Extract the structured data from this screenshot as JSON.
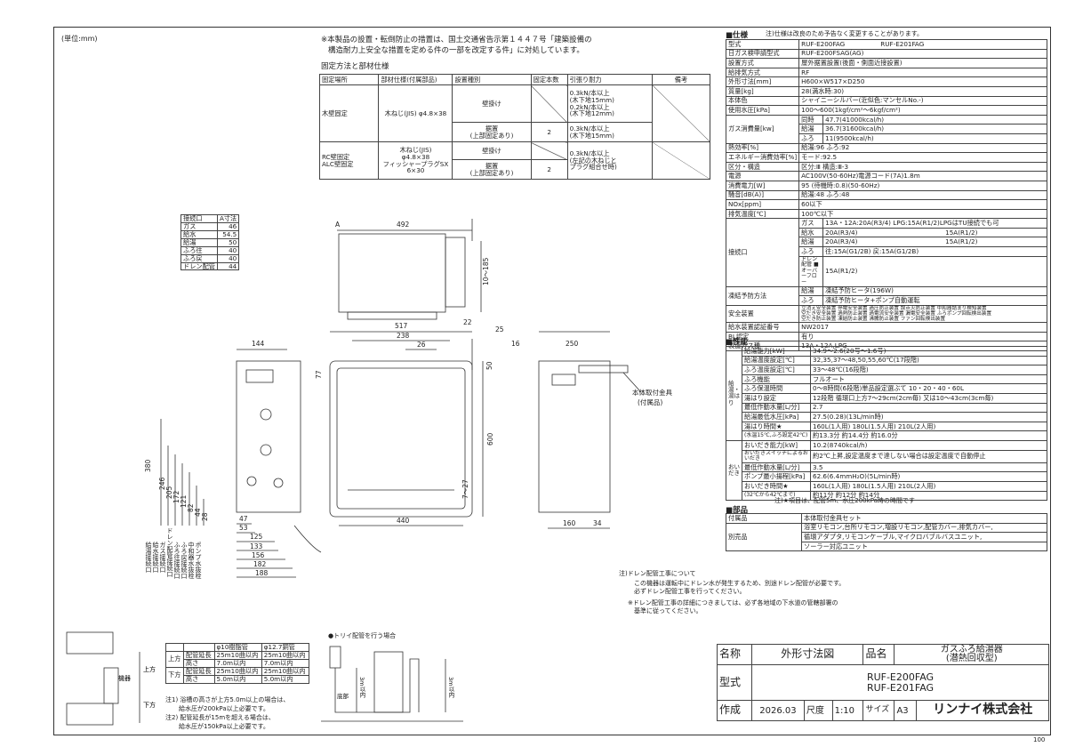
{
  "unit": "(単位:mm)",
  "notes_top": {
    "line1": "※本製品の設置・転倒防止の措置は、国土交通省告示第１４４７号「建築設備の",
    "line2": "構造耐力上安全な措置を定める件の一部を改定する件」に対処しています。"
  },
  "fix_table": {
    "caption": "固定方法と部材仕様",
    "headers": [
      "固定場所",
      "部材仕様(付属部品)",
      "設置種別",
      "固定本数",
      "引張り耐力",
      "備考"
    ],
    "wood_place": "木壁固定",
    "wood_part": "木ねじ(JIS) φ4.8×38",
    "wall": "壁掛け",
    "wood_wall_force": [
      "0.3kN/本以上",
      "(木下地15mm)",
      "0.2kN/本以上",
      "(木下地12mm)"
    ],
    "stand": "据置",
    "stand_sub": "(上部固定あり)",
    "stand_count": "2",
    "wood_stand_force": [
      "0.3kN/本以上",
      "(木下地15mm)"
    ],
    "rc_place": [
      "RC壁固定",
      "ALC壁固定"
    ],
    "rc_part": [
      "木ねじ(JIS)",
      "φ4.8×38",
      "フィッシャープラグSX",
      "6×30"
    ],
    "rc_force": [
      "0.3kN/本以上",
      "(左記の木ねじと",
      "プラグ組合せ時)"
    ]
  },
  "conn_table": {
    "headers": [
      "接続口",
      "A寸法"
    ],
    "rows": [
      [
        "ガス",
        "46"
      ],
      [
        "給水",
        "54.5"
      ],
      [
        "給湯",
        "50"
      ],
      [
        "ふろ往",
        "40"
      ],
      [
        "ふろ戻",
        "40"
      ],
      [
        "ドレン配管",
        "44"
      ]
    ]
  },
  "spec": {
    "section": "■仕様",
    "section_note": "注)仕様は改良のため予告なく変更することがあります。",
    "rows": [
      [
        "型式",
        "RUF-E200FAG",
        "RUF-E201FAG"
      ],
      [
        "日ガス検申請型式",
        "RUF-E200FSAG(AG)",
        ""
      ],
      [
        "設置方式",
        "屋外据置設置(後面・側面近接設置)",
        ""
      ],
      [
        "給排気方式",
        "RF",
        ""
      ],
      [
        "外形寸法[mm]",
        "H600×W517×D250",
        ""
      ],
      [
        "質量[kg]",
        "28(満水時:30)",
        ""
      ],
      [
        "本体色",
        "シャイニーシルバー(近似色:マンセルNo.-)",
        ""
      ],
      [
        "使用水圧[kPa]",
        "100～600(1kgf/cm²～6kgf/cm²)",
        ""
      ]
    ],
    "gas_label": "ガス消費量[kw]",
    "gas_rows": [
      [
        "同時",
        "47.7(41000kcal/h)"
      ],
      [
        "給湯",
        "36.7(31600kcal/h)"
      ],
      [
        "ふろ",
        "11(9500kcal/h)"
      ]
    ],
    "rows2": [
      [
        "熱効率[%]",
        "給湯:96 ふろ:92"
      ],
      [
        "エネルギー消費効率[%]",
        "モード:92.5"
      ],
      [
        "区分・構造",
        "区分:Ⅲ 構造:Ⅲ-3"
      ],
      [
        "電源",
        "AC100V(50-60Hz)電源コード(7A)1.8m"
      ],
      [
        "消費電力[W]",
        "95 (待機時:0.8)(50-60Hz)"
      ],
      [
        "騒音[dB(A)]",
        "給湯:48 ふろ:48"
      ],
      [
        "NOx[ppm]",
        "60以下"
      ],
      [
        "排気温度[℃]",
        "100℃以下"
      ]
    ],
    "conn_label": "接続口",
    "conn_rows": [
      [
        "ガス",
        "13A・12A:20A(R3/4) LPG:15A(R1/2)LPGはTU接続でも可",
        ""
      ],
      [
        "給水",
        "20A(R3/4)",
        "15A(R1/2)"
      ],
      [
        "給湯",
        "20A(R3/4)",
        "15A(R1/2)"
      ],
      [
        "ふろ",
        "往:15A(G1/2B) 戻:15A(G1/2B)",
        ""
      ],
      [
        "ドレン配管 ■オーバーフロー",
        "15A(R1/2)",
        ""
      ]
    ],
    "freeze_label": "凍結予防方法",
    "freeze_rows": [
      [
        "給湯",
        "凍結予防ヒータ(196W)"
      ],
      [
        "ふろ",
        "凍結予防ヒータ+ポンプ自動運転"
      ]
    ],
    "safety_label": "安全装置",
    "safety_lines": [
      "立消え安全装置 停電安全装置 過圧防止装置 誤点火防止装置 中和器詰まり検知装置",
      "空だき安全装置 過熱防止装置 過電流安全装置 漏電安全装置 ふろポンプ回転検出装置",
      "空だき防止装置 凍結防止装置 沸騰防止装置 ファン回転検出装置"
    ],
    "rows3": [
      [
        "給水装置認証番号",
        "NW2017"
      ],
      [
        "BL認定",
        "有り"
      ],
      [
        "製造ガス種",
        "13A・12A,LPG"
      ]
    ]
  },
  "perf": {
    "section": "■性能",
    "side_label1": "給湯・湯はり",
    "side_label2": "おいだき",
    "rows": [
      [
        "給湯能力[kW]",
        "34.9～2.6(20号～1.6号)"
      ],
      [
        "給湯温度設定[℃]",
        "32,35,37～48,50,55,60℃(17段階)"
      ],
      [
        "ふろ温度設定[℃]",
        "33～48℃(16段階)"
      ],
      [
        "ふろ機能",
        "フルオート"
      ],
      [
        "ふろ保温時間",
        "0～8時間(6段階)単品設定選ぶて 10・20・40・60L"
      ],
      [
        "湯はり設定",
        "12段階 循環口上方7～29cm(2cm毎) 又は10～43cm(3cm毎)"
      ],
      [
        "最低作動水量[L/分]",
        "2.7"
      ],
      [
        "給湯最低水圧[kPa]",
        "27.5(0.28)(13L/min時)"
      ],
      [
        "湯はり時間★",
        "160L(1人用) 180L(1.5人用) 210L(2人用)"
      ],
      [
        "(水温15℃,ふろ設定42℃)",
        "約13.3分 約14.4分 約16.0分"
      ],
      [
        "おいだき能力[kW]",
        "10.2(8740kcal/h)"
      ],
      [
        "おいだきスイッチによるおいだき",
        "約2℃上昇,設定温度まで達しない場合は設定温度で自動停止"
      ],
      [
        "最低作動水量[L/分]",
        "3.5"
      ],
      [
        "ポンプ最小揚程[kPa]",
        "62.6(6.4mmH₂O)(5L/min時)"
      ],
      [
        "おいだき時間★",
        "160L(1人用) 180L(1.5人用) 210L(2人用)"
      ],
      [
        "(32℃から42℃まで)",
        "約11分 約12分 約14分"
      ]
    ],
    "note": "注)★項目は、配管5m、水圧200kPa時の時間です"
  },
  "parts": {
    "section": "■部品",
    "rows": [
      [
        "付属品",
        "本体取付金具セット"
      ],
      [
        "別売品",
        "浴室リモコン,台所リモコン,増設リモコン,配管カバー,排気カバー,"
      ],
      [
        "",
        "循環アダプタ,リモコンケーブル,マイクロバブルバスユニット,"
      ],
      [
        "",
        "ソーラー対応ユニット"
      ]
    ]
  },
  "drain_note": {
    "head": "注)ドレン配管工事について",
    "lines": [
      "この機器は運転中にドレン水が発生するため、別途ドレン配管が必要です。",
      "必ずドレン配管工事を行ってください。",
      "※ドレン配管工事の詳細につきましては、必ず各地域の下水道の管轄部署の",
      "基準に従ってください。"
    ]
  },
  "bath_table": {
    "headers": [
      "",
      "",
      "φ10樹脂管",
      "φ12.7銅管"
    ],
    "rows": [
      [
        "上方",
        "配管延長",
        "25m10曲以内",
        "25m10曲以内"
      ],
      [
        "",
        "高さ",
        "7.0m以内",
        "7.0m以内"
      ],
      [
        "下方",
        "配管延長",
        "25m10曲以内",
        "25m10曲以内"
      ],
      [
        "",
        "高さ",
        "5.0m以内",
        "5.0m以内"
      ]
    ],
    "notes": [
      "注1) 浴槽の高さが上方5.0m以上の場合は、",
      "給水圧が200kPa以上必要です。",
      "注2) 配管延長が15mを超える場合は、",
      "給水圧が150kPa以上必要です。"
    ],
    "label_unit": "機器",
    "label_up": "上方",
    "label_down": "下方"
  },
  "trap": {
    "title": "●トリイ配管を行う場合",
    "label_bottom": "底部",
    "label_a": "3m以内",
    "label_b": "3m以内"
  },
  "title_block": {
    "name_label": "名称",
    "name_value": "外形寸法図",
    "product_label": "品名",
    "product_value": [
      "ガスふろ給湯器",
      "(潜熱回収型)"
    ],
    "model_label": "型式",
    "model_values": [
      "RUF-E200FAG",
      "RUF-E201FAG"
    ],
    "made_label": "作成",
    "date": "2026.03",
    "scale_label": "尺度",
    "scale": "1:10",
    "size_label": "サイズ",
    "size": "A3",
    "company": "リンナイ株式会社",
    "page": "100"
  },
  "drawing": {
    "dim_492": "492",
    "dim_A": "A",
    "dim_10_185": "10～185",
    "dim_144": "144",
    "dim_517": "517",
    "dim_238": "238",
    "dim_26": "26",
    "dim_22": "22",
    "dim_25": "25",
    "dim_16": "16",
    "dim_250": "250",
    "dim_77": "77",
    "dim_50": "50",
    "dim_600": "600",
    "dim_7_27": "7～27",
    "dim_440": "440",
    "dim_160": "160",
    "dim_34": "34",
    "bracket_label": [
      "本体取付金具",
      "(付属品)"
    ],
    "left_dims_v": [
      "380",
      "246",
      "205",
      "172",
      "121",
      "82",
      "44",
      "28"
    ],
    "bottom_dims_h": [
      "47",
      "53",
      "125",
      "133",
      "156",
      "182",
      "188"
    ],
    "port_labels": [
      "給湯接続口",
      "給水接続口",
      "ガス接続口",
      "ドレン配管接続口",
      "ふろ往接続口",
      "ふろ戻接続口",
      "中和器水抜栓",
      "ポンプ水抜栓"
    ]
  }
}
